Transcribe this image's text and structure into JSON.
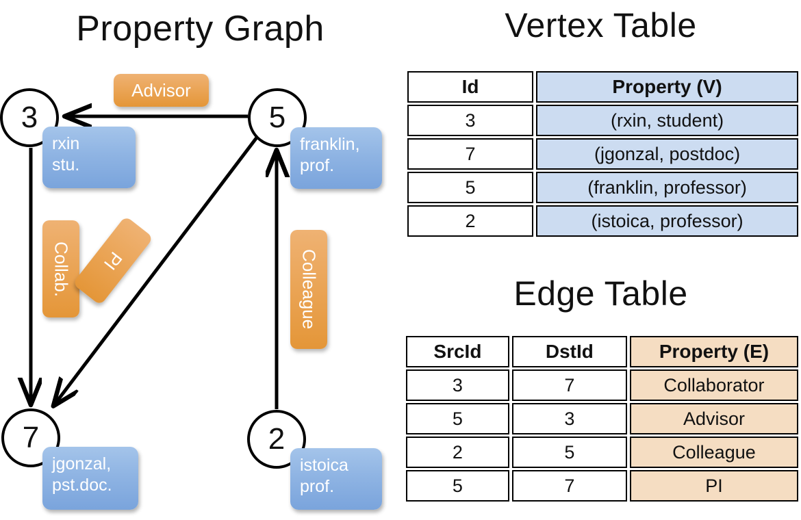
{
  "titles": {
    "property_graph": "Property Graph",
    "vertex_table": "Vertex Table",
    "edge_table": "Edge Table"
  },
  "graph": {
    "nodes": [
      {
        "id": "3",
        "property_lines": [
          "rxin",
          "stu."
        ]
      },
      {
        "id": "5",
        "property_lines": [
          "franklin,",
          "prof."
        ]
      },
      {
        "id": "7",
        "property_lines": [
          "jgonzal,",
          "pst.doc."
        ]
      },
      {
        "id": "2",
        "property_lines": [
          "istoica",
          "prof."
        ]
      }
    ],
    "edge_labels": [
      {
        "name": "advisor",
        "text": "Advisor",
        "orientation": "horizontal"
      },
      {
        "name": "collab",
        "text": "Collab.",
        "orientation": "vertical"
      },
      {
        "name": "pi",
        "text": "PI",
        "orientation": "vertical-rotated"
      },
      {
        "name": "colleague",
        "text": "Colleague",
        "orientation": "vertical"
      }
    ],
    "edges": [
      {
        "from": "5",
        "to": "3",
        "label": "Advisor"
      },
      {
        "from": "3",
        "to": "7",
        "label": "Collab."
      },
      {
        "from": "5",
        "to": "7",
        "label": "PI"
      },
      {
        "from": "2",
        "to": "5",
        "label": "Colleague"
      }
    ]
  },
  "vertex_table": {
    "headers": [
      "Id",
      "Property (V)"
    ],
    "rows": [
      {
        "id": "3",
        "property": "(rxin, student)"
      },
      {
        "id": "7",
        "property": "(jgonzal, postdoc)"
      },
      {
        "id": "5",
        "property": "(franklin, professor)"
      },
      {
        "id": "2",
        "property": "(istoica, professor)"
      }
    ]
  },
  "edge_table": {
    "headers": [
      "SrcId",
      "DstId",
      "Property (E)"
    ],
    "rows": [
      {
        "src": "3",
        "dst": "7",
        "property": "Collaborator"
      },
      {
        "src": "5",
        "dst": "3",
        "property": "Advisor"
      },
      {
        "src": "2",
        "dst": "5",
        "property": "Colleague"
      },
      {
        "src": "5",
        "dst": "7",
        "property": "PI"
      }
    ]
  },
  "colors": {
    "vertex_property_fill": "#ccdcf1",
    "edge_property_fill": "#f5ddc2",
    "node_box_blue": "#8fb4e3",
    "edge_label_orange": "#eaa455",
    "stroke": "#000000",
    "background": "#ffffff"
  }
}
